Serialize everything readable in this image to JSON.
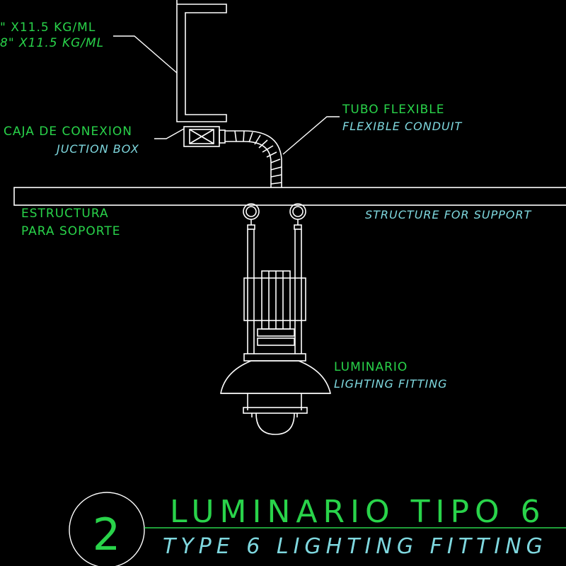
{
  "colors": {
    "background": "#000000",
    "lines": "#ffffff",
    "green_text": "#29d34a",
    "cyan_text": "#7fd8df",
    "title_underline": "#29d34a"
  },
  "labels": {
    "beam_spec_1": "\" X11.5 KG/ML",
    "beam_spec_2": "8\" X11.5 KG/ML",
    "flex_es": "TUBO FLEXIBLE",
    "flex_en": "FLEXIBLE CONDUIT",
    "box_es": "CAJA DE CONEXION",
    "box_en": "JUCTION BOX",
    "struct_es_1": "ESTRUCTURA",
    "struct_es_2": "PARA SOPORTE",
    "struct_en": "STRUCTURE FOR SUPPORT",
    "lum_es": "LUMINARIO",
    "lum_en": "LIGHTING FITTING"
  },
  "title": {
    "number": "2",
    "main": "LUMINARIO TIPO 6",
    "sub": "TYPE 6 LIGHTING FITTING"
  }
}
